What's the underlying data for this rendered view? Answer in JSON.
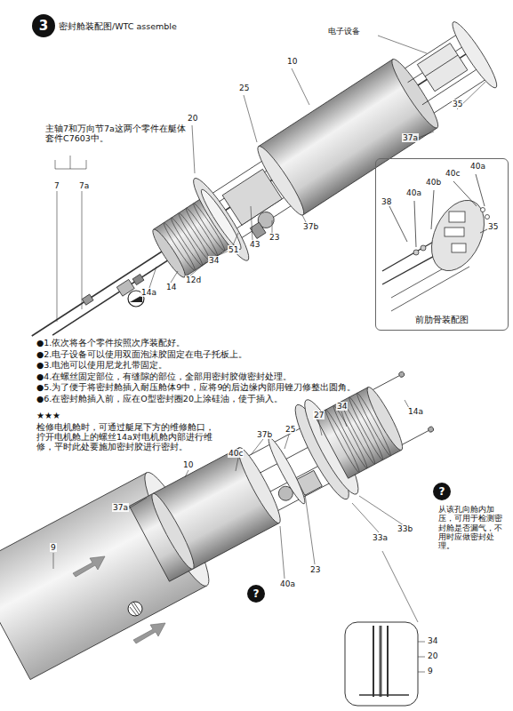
{
  "diagram": {
    "title": "密封舱装配图/WTC assemble",
    "nodes": [
      {
        "text": [
          "3"
        ]
      },
      {
        "text": [
          "前肋骨装配图"
        ]
      },
      {
        "text": [
          "?"
        ]
      },
      {
        "text": [
          "?"
        ]
      }
    ],
    "labels": [
      "电子设备",
      "10",
      "25",
      "20",
      "35",
      "37a",
      "37b",
      "23",
      "43",
      "51",
      "34",
      "12d",
      "14",
      "14a",
      "7",
      "7a",
      "主轴7和万向节7a这两个零件在艇体套件C7603中。",
      "38",
      "40a",
      "40b",
      "40c",
      "40a",
      "35",
      "●1.依次将各个零件按照次序装配好。",
      "●2.电子设备可以使用双面泡沫胶固定在电子托板上。",
      "●3.电池可以使用尼龙扎带固定。",
      "●4.在螺丝固定部位，有缝隙的部位，全部用密封胶做密封处理。",
      "●5.为了便于将密封舱插入耐压舱体9中，应将9的后边缘内部用锉刀修整出圆角。",
      "●6.在密封舱插入前，应在O型密封圈20上涂硅油，使于插入。",
      "★★★",
      "检修电机舱时，可通过艇尾下方的维修舱口，拧开电机舱上的螺丝14a对电机舱内部进行维修，平时此处要施加密封胶进行密封。",
      "14a",
      "34",
      "27",
      "25",
      "37b",
      "40c",
      "10",
      "37a",
      "9",
      "23",
      "40a",
      "33a",
      "33b",
      "从该孔向舱内加压，可用于检测密封舱是否漏气，不用时应做密封处理。",
      "34",
      "20",
      "9"
    ]
  }
}
